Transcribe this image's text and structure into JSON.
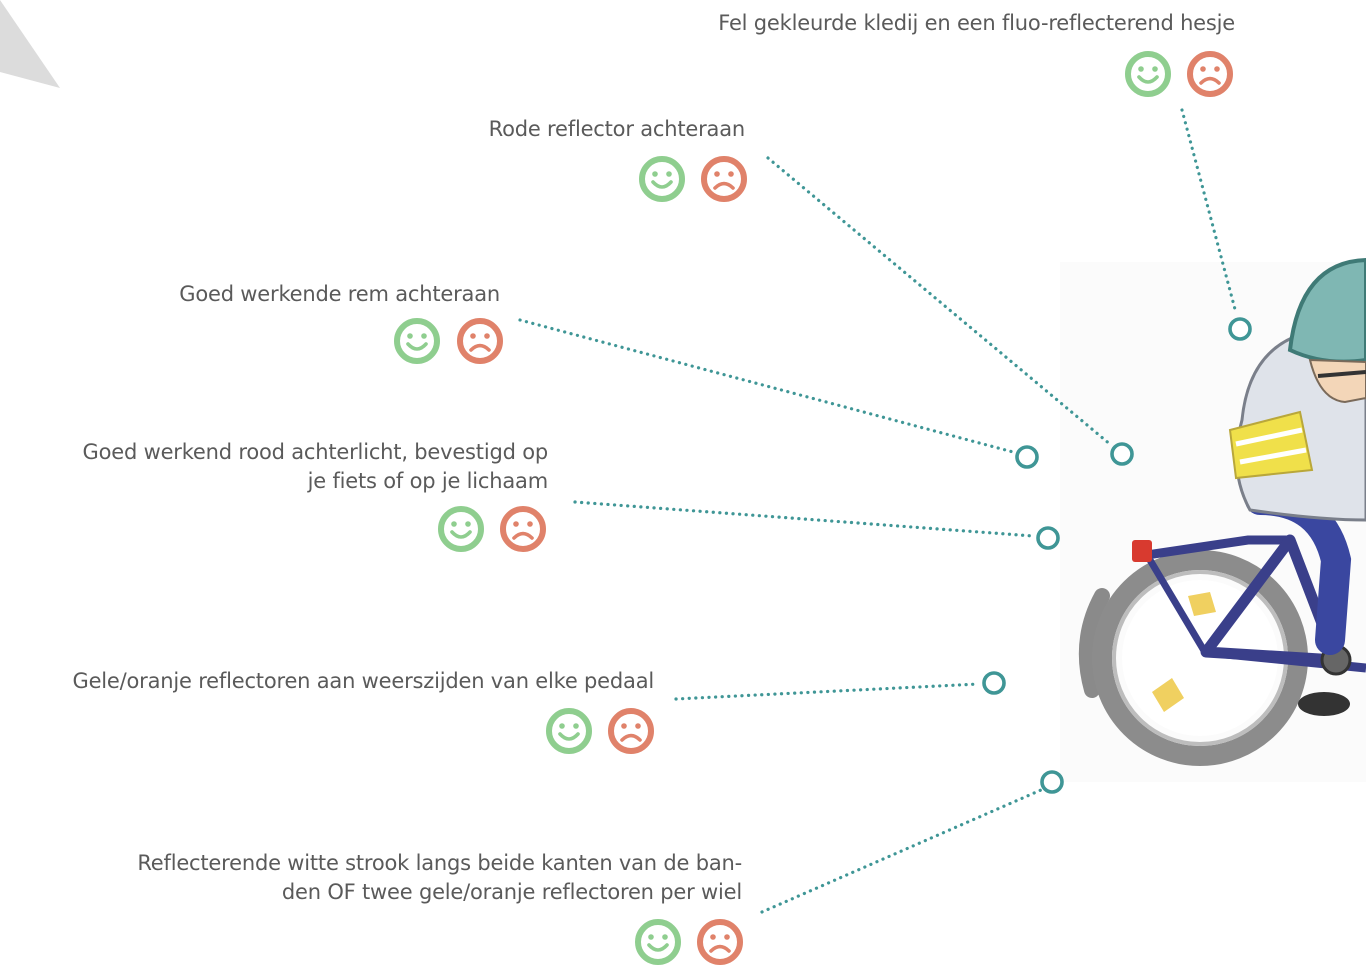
{
  "colors": {
    "happy": "#8fce8f",
    "sad": "#e0826a",
    "connector": "#3f9696",
    "text": "#5a5a5a",
    "corner_triangle": "#dcdcdc"
  },
  "items": [
    {
      "id": "fluo-hesje",
      "lines": [
        "Fel gekleurde kledij en een fluo-reflecterend hesje"
      ],
      "happy_icon": "happy-smiley-icon",
      "sad_icon": "sad-smiley-icon"
    },
    {
      "id": "rode-reflector",
      "lines": [
        "Rode reflector achteraan"
      ],
      "happy_icon": "happy-smiley-icon",
      "sad_icon": "sad-smiley-icon"
    },
    {
      "id": "rem-achteraan",
      "lines": [
        "Goed werkende rem achteraan"
      ],
      "happy_icon": "happy-smiley-icon",
      "sad_icon": "sad-smiley-icon"
    },
    {
      "id": "achterlicht",
      "lines": [
        "Goed werkend rood achterlicht, bevestigd op",
        "je fiets of op je lichaam"
      ],
      "happy_icon": "happy-smiley-icon",
      "sad_icon": "sad-smiley-icon"
    },
    {
      "id": "pedaal-reflectoren",
      "lines": [
        "Gele/oranje reflectoren aan weerszijden van elke pedaal"
      ],
      "happy_icon": "happy-smiley-icon",
      "sad_icon": "sad-smiley-icon"
    },
    {
      "id": "wiel-reflectie",
      "lines": [
        "Reflecterende witte strook langs beide kanten van de ban-",
        "den OF twee gele/oranje reflectoren per wiel"
      ],
      "happy_icon": "happy-smiley-icon",
      "sad_icon": "sad-smiley-icon"
    }
  ]
}
